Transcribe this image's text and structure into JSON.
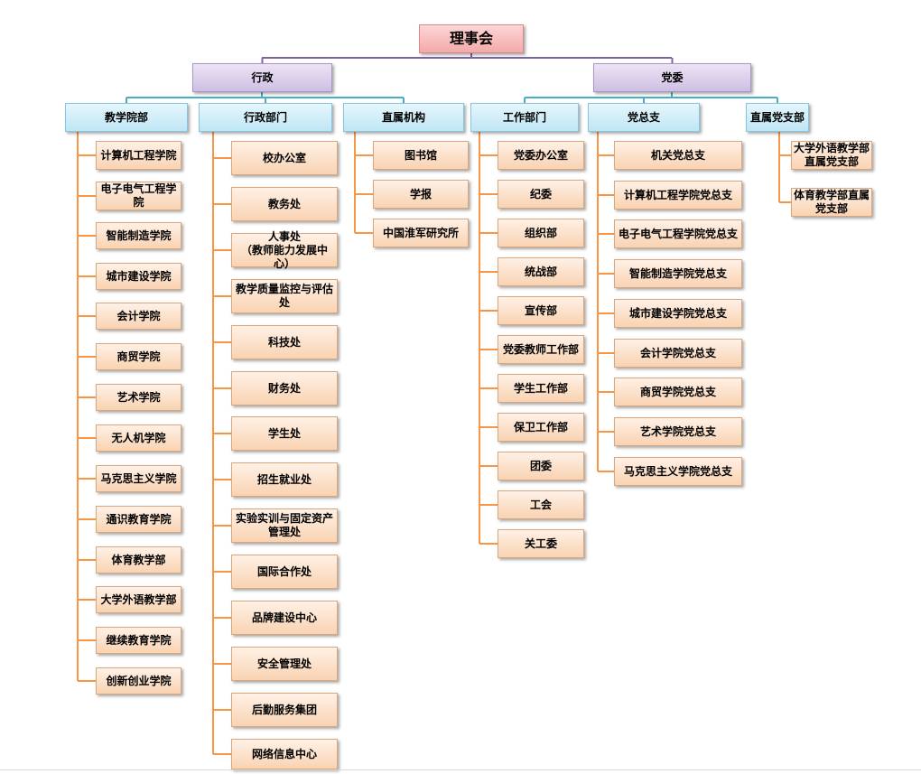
{
  "root": {
    "label": "理事会"
  },
  "branches": [
    {
      "label": "行政",
      "groups": [
        {
          "label": "教学院部",
          "items": [
            "计算机工程学院",
            "电子电气工程学院",
            "智能制造学院",
            "城市建设学院",
            "会计学院",
            "商贸学院",
            "艺术学院",
            "无人机学院",
            "马克思主义学院",
            "通识教育学院",
            "体育教学部",
            "大学外语教学部",
            "继续教育学院",
            "创新创业学院"
          ]
        },
        {
          "label": "行政部门",
          "items": [
            "校办公室",
            "教务处",
            "人事处\n（教师能力发展中心）",
            "教学质量监控与评估处",
            "科技处",
            "财务处",
            "学生处",
            "招生就业处",
            "实验实训与固定资产管理处",
            "国际合作处",
            "品牌建设中心",
            "安全管理处",
            "后勤服务集团",
            "网络信息中心"
          ]
        },
        {
          "label": "直属机构",
          "items": [
            "图书馆",
            "学报",
            "中国淮军研究所"
          ]
        }
      ]
    },
    {
      "label": "党委",
      "groups": [
        {
          "label": "工作部门",
          "items": [
            "党委办公室",
            "纪委",
            "组织部",
            "统战部",
            "宣传部",
            "党委教师工作部",
            "学生工作部",
            "保卫工作部",
            "团委",
            "工会",
            "关工委"
          ]
        },
        {
          "label": "党总支",
          "items": [
            "机关党总支",
            "计算机工程学院党总支",
            "电子电气工程学院党总支",
            "智能制造学院党总支",
            "城市建设学院党总支",
            "会计学院党总支",
            "商贸学院党总支",
            "艺术学院党总支",
            "马克思主义学院党总支"
          ]
        },
        {
          "label": "直属党支部",
          "items": [
            "大学外语教学部直属党支部",
            "体育教学部直属党支部"
          ]
        }
      ]
    }
  ],
  "colors": {
    "root_fill": "#f4a9a9",
    "level1_fill": "#cfbfe3",
    "level2_fill": "#bfe6f5",
    "leaf_fill": "#f9d3b2",
    "connector_purple": "#8064a2",
    "connector_blue": "#4bacc6",
    "connector_orange": "#f79646"
  }
}
